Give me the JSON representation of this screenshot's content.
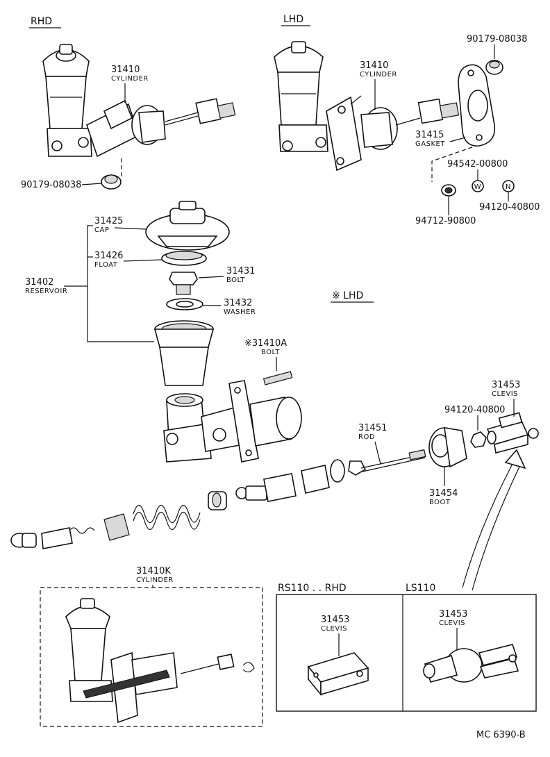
{
  "sections": {
    "rhd": "RHD",
    "lhd": "LHD",
    "lhd_note": "※ LHD",
    "rs110_rhd": "RS110 . . RHD",
    "ls110": "LS110"
  },
  "parts": {
    "p31410_rhd": {
      "number": "31410",
      "name": "CYLINDER"
    },
    "p90179_rhd": {
      "number": "90179-08038"
    },
    "p31410_lhd": {
      "number": "31410",
      "name": "CYLINDER"
    },
    "p90179_lhd": {
      "number": "90179-08038"
    },
    "p31415": {
      "number": "31415",
      "name": "GASKET"
    },
    "p94542": {
      "number": "94542-00800"
    },
    "p94120_top": {
      "number": "94120-40800"
    },
    "p94712": {
      "number": "94712-90800"
    },
    "p31425": {
      "number": "31425",
      "name": "CAP"
    },
    "p31426": {
      "number": "31426",
      "name": "FLOAT"
    },
    "p31402": {
      "number": "31402",
      "name": "RESERVOIR"
    },
    "p31431": {
      "number": "31431",
      "name": "BOLT"
    },
    "p31432": {
      "number": "31432",
      "name": "WASHER"
    },
    "p31410A": {
      "number": "※31410A",
      "name": "BOLT"
    },
    "p31453": {
      "number": "31453",
      "name": "CLEVIS"
    },
    "p94120_mid": {
      "number": "94120-40800"
    },
    "p31451": {
      "number": "31451",
      "name": "ROD"
    },
    "p31454": {
      "number": "31454",
      "name": "BOOT"
    },
    "p31410K": {
      "number": "31410K",
      "name": "CYLINDER"
    },
    "p31453_rs": {
      "number": "31453",
      "name": "CLEVIS"
    },
    "p31453_ls": {
      "number": "31453",
      "name": "CLEVIS"
    }
  },
  "markers": {
    "w": "W",
    "n": "N"
  },
  "footer": {
    "code": "MC  6390-B"
  }
}
